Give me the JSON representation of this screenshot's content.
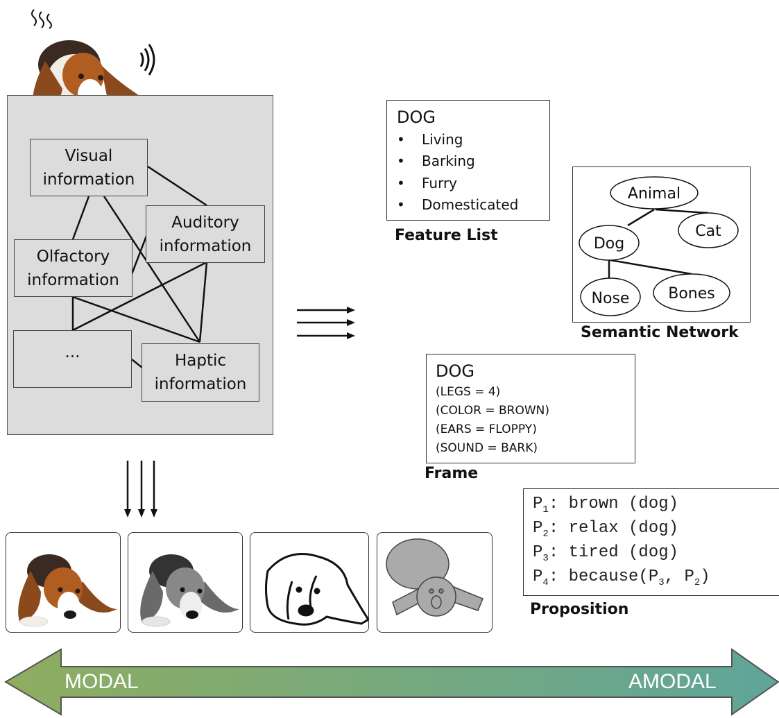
{
  "modal": {
    "boxes": {
      "visual": "Visual\ninformation",
      "auditory": "Auditory\ninformation",
      "olfactory": "Olfactory\ninformation",
      "other": "...",
      "haptic": "Haptic\ninformation"
    }
  },
  "feature_list": {
    "heading": "DOG",
    "items": [
      "Living",
      "Barking",
      "Furry",
      "Domesticated"
    ],
    "caption": "Feature List"
  },
  "semantic_network": {
    "nodes": {
      "animal": "Animal",
      "cat": "Cat",
      "dog": "Dog",
      "nose": "Nose",
      "bones": "Bones"
    },
    "caption": "Semantic Network"
  },
  "frame": {
    "heading": "DOG",
    "slots": [
      "(LEGS = 4)",
      "(COLOR = BROWN)",
      "(EARS = FLOPPY)",
      "(SOUND = BARK)"
    ],
    "caption": "Frame"
  },
  "proposition": {
    "lines": [
      {
        "p": "P",
        "n": "1",
        "text": ": brown (dog)"
      },
      {
        "p": "P",
        "n": "2",
        "text": ": relax (dog)"
      },
      {
        "p": "P",
        "n": "3",
        "text": ": tired (dog)"
      },
      {
        "p": "P",
        "n": "4",
        "text": ": because(P",
        "a": "3",
        "mid": ", P",
        "b": "2",
        "end": ")"
      }
    ],
    "caption": "Proposition"
  },
  "spectrum": {
    "left_label": "MODAL",
    "right_label": "AMODAL",
    "colors": {
      "left": "#8fad60",
      "right": "#5fa59a"
    }
  },
  "images": {
    "dog_photo": "basset-hound-photo",
    "thumbnails": [
      "color-photo",
      "grayscale-photo",
      "line-drawing",
      "shape-abstraction"
    ]
  }
}
